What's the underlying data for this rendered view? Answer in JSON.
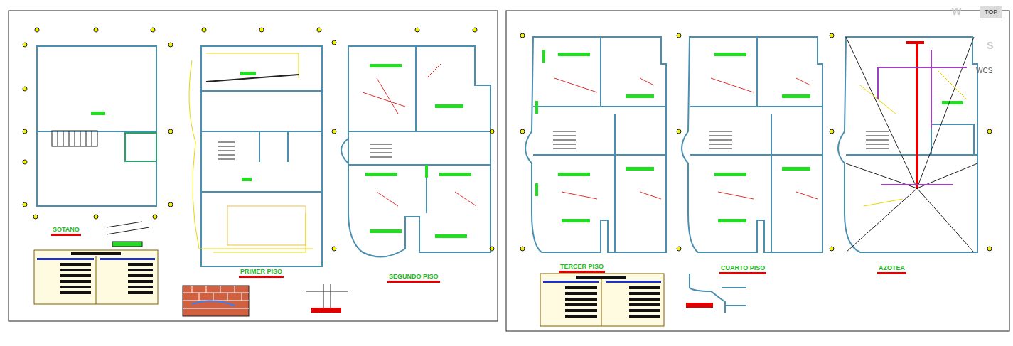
{
  "diagram": {
    "labels": [
      "SOTANO",
      "PRIMER PISO",
      "SEGUNDO PISO",
      "TERCER PISO",
      "CUARTO PISO",
      "AZOTEA",
      "W",
      "TOP",
      "S",
      "WCS"
    ]
  }
}
